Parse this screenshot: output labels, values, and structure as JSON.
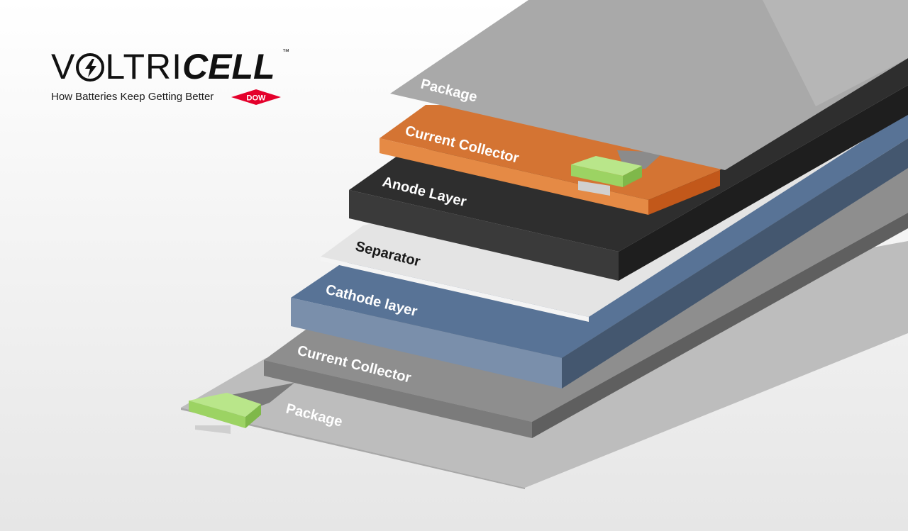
{
  "logo": {
    "word_part1": "V",
    "word_part2": "LTRI",
    "word_part3": "CELL",
    "trademark": "™",
    "tagline": "How Batteries Keep Getting Better",
    "partner": "DOW"
  },
  "layers": [
    {
      "label": "Package",
      "color": "#a9a9a9"
    },
    {
      "label": "Current Collector",
      "color": "#e07a36"
    },
    {
      "label": "Anode Layer",
      "color": "#2e2e2e"
    },
    {
      "label": "Separator",
      "color": "#e4e4e4"
    },
    {
      "label": "Cathode layer",
      "color": "#587396"
    },
    {
      "label": "Current Collector",
      "color": "#909090"
    },
    {
      "label": "Package",
      "color": "#bdbdbd"
    }
  ],
  "colors": {
    "tab_green": "#a4d96b",
    "tab_metal": "#9a9a9a",
    "dow_red": "#e4002b",
    "logo_black": "#111111"
  }
}
